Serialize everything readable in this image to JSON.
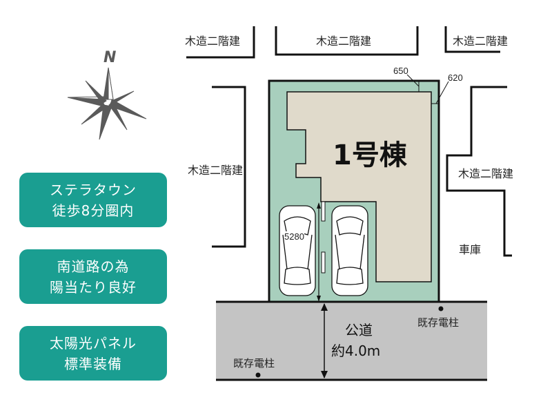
{
  "compass": {
    "north_label": "N"
  },
  "features": [
    {
      "line1": "ステラタウン",
      "line2": "徒歩8分圏内"
    },
    {
      "line1": "南道路の為",
      "line2": "陽当たり良好"
    },
    {
      "line1": "太陽光パネル",
      "line2": "標準装備"
    }
  ],
  "neighbors": {
    "top_left": "木造二階建",
    "top_center": "木造二階建",
    "top_right": "木造二階建",
    "left": "木造二階建",
    "right": "木造二階建",
    "garage": "車庫"
  },
  "lot": {
    "building_label": "1号棟",
    "dim_top": "650",
    "dim_right": "620",
    "dim_parking": "5280",
    "colors": {
      "lot": "#a8cfbd",
      "building": "#e0dacb",
      "road": "#c4c4c4",
      "feature_box": "#1a9e91"
    }
  },
  "road": {
    "line1": "公道",
    "line2": "約4.0m",
    "pole_right": "既存電柱",
    "pole_left": "既存電柱"
  }
}
